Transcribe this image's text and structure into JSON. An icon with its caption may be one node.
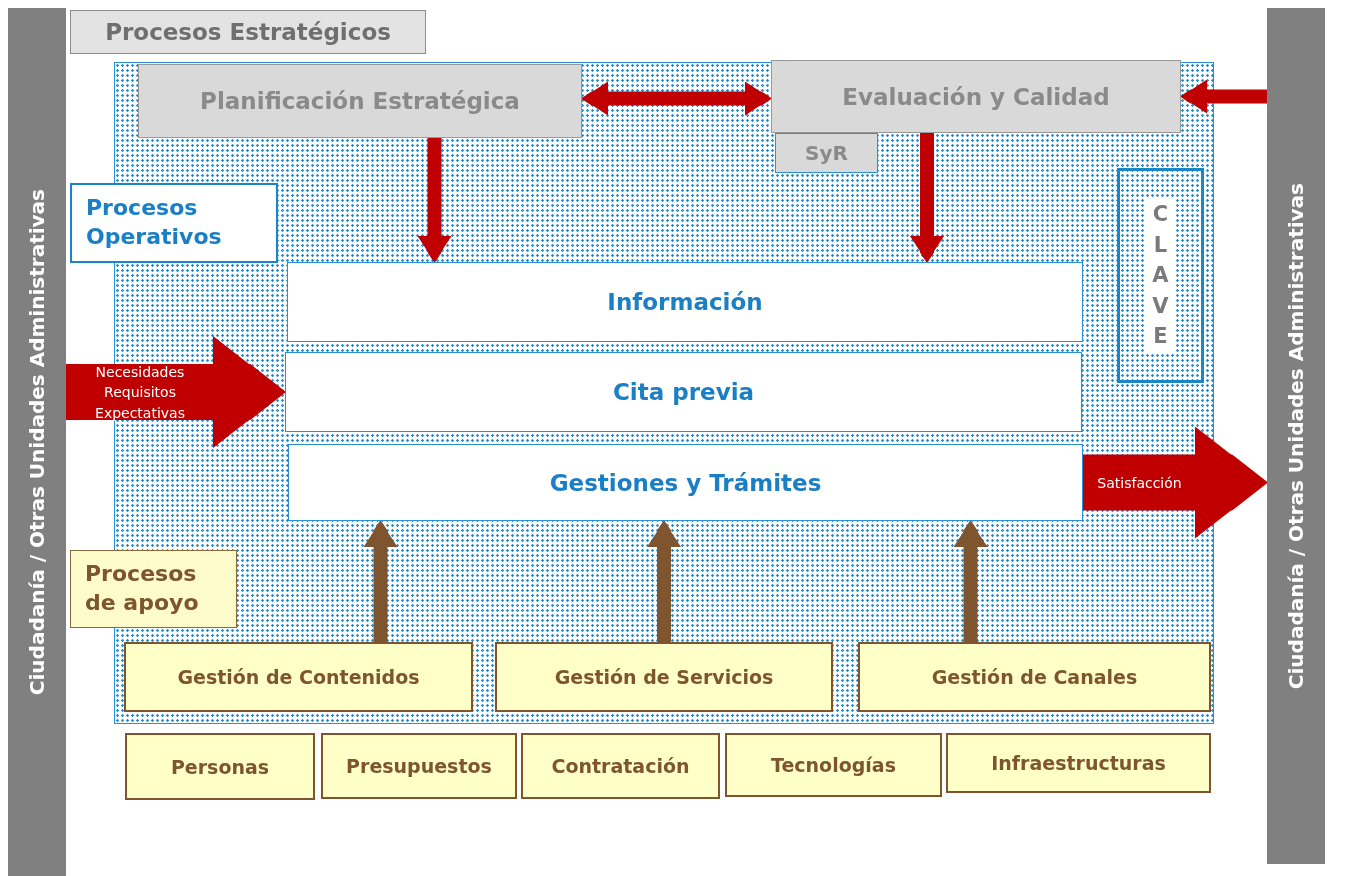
{
  "diagram": {
    "nodes": [
      {
        "text": [
          "Ciudadanía / Otras Unidades Administrativas"
        ]
      },
      {
        "text": [
          "Ciudadanía / Otras Unidades Administrativas"
        ]
      },
      {
        "text": [
          "Procesos Estratégicos"
        ]
      },
      {
        "text": [],
        "shape": "box"
      },
      {
        "text": [
          "Planificación Estratégica"
        ],
        "in": 3
      },
      {
        "text": [
          "Evaluación y Calidad"
        ],
        "in": 3
      },
      {
        "text": [
          "SyR"
        ],
        "in": 3
      },
      {
        "text": [
          "Procesos Operativos"
        ]
      },
      {
        "text": [
          "CLAVE"
        ],
        "in": 3
      },
      {
        "text": [
          "Información"
        ],
        "in": 3
      },
      {
        "text": [
          "Cita previa"
        ],
        "in": 3
      },
      {
        "text": [
          "Gestiones y Trámites"
        ],
        "in": 3
      },
      {
        "text": [
          "Procesos de apoyo"
        ]
      },
      {
        "text": [
          "Gestión de Contenidos"
        ],
        "in": 3
      },
      {
        "text": [
          "Gestión de Servicios"
        ],
        "in": 3
      },
      {
        "text": [
          "Gestión de Canales"
        ],
        "in": 3
      },
      {
        "text": [
          "Personas"
        ]
      },
      {
        "text": [
          "Presupuestos"
        ]
      },
      {
        "text": [
          "Contratación"
        ]
      },
      {
        "text": [
          "Tecnologías"
        ]
      },
      {
        "text": [
          "Infraestructuras"
        ]
      }
    ],
    "edges": [
      {
        "from": 4,
        "to": 5,
        "arrow": "both"
      },
      {
        "from": 1,
        "to": 5,
        "arrow": "to"
      },
      {
        "from": 4,
        "to": 9,
        "arrow": "to"
      },
      {
        "from": 5,
        "to": 9,
        "arrow": "to"
      },
      {
        "from": 0,
        "to": 10,
        "arrow": "to",
        "label": "Necesidades Requisitos Expectativas",
        "style": "thick"
      },
      {
        "from": 11,
        "to": 1,
        "arrow": "to",
        "label": "Satisfacción",
        "style": "thick"
      },
      {
        "from": 13,
        "to": 11,
        "arrow": "to",
        "color": "#7f5530"
      },
      {
        "from": 14,
        "to": 11,
        "arrow": "to",
        "color": "#7f5530"
      },
      {
        "from": 15,
        "to": 11,
        "arrow": "to",
        "color": "#7f5530"
      }
    ]
  }
}
